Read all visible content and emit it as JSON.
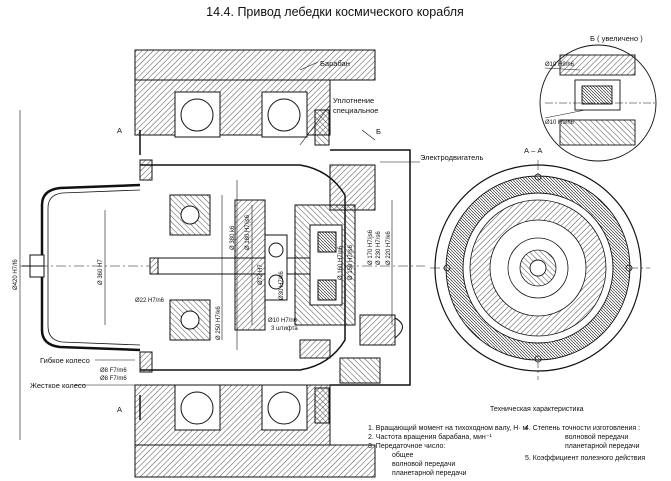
{
  "title": "14.4. Привод лебедки космического корабля",
  "labels": {
    "drum": "Барабан",
    "seal_line1": "Уплотнение",
    "seal_line2": "специальное",
    "b_mark": "Б",
    "motor": "Электродвигатель",
    "flex_wheel": "Гибкое колесо",
    "rigid_wheel": "Жесткое колесо",
    "a_mark_top": "А",
    "a_mark_bottom": "А",
    "view_b": "Б ( увеличено )",
    "section_aa": "А – А"
  },
  "dimensions": {
    "d_420": "Ø420 H7/f6",
    "d_380": "Ø 380 k6",
    "d_360": "Ø 360 H7",
    "d_250": "Ø 250 H7/k6",
    "d_230": "Ø 230 H7/s6",
    "d_220": "Ø 220 H7/k6",
    "d_180": "Ø 180 H7/js6",
    "d_170": "Ø 170 H7/js6",
    "d_160": "Ø 160 H7/n6",
    "d_150": "Ø 150 H7/js6",
    "d_72": "Ø72 H7",
    "d_30": "Ø30 H7/k6",
    "d_22": "Ø22 H7/n6",
    "d_10a": "Ø10 H7/n6",
    "d_10a_note": "3 штифта",
    "d_8": "Ø8 F7/m6",
    "d_8b": "Ø8 F7/m6",
    "d_10_h9_top": "Ø10 H9/h6",
    "d_10_h9_bot": "Ø10 H9/h6"
  },
  "spec": {
    "heading": "Техническая характеристика",
    "item1": "1. Вращающий момент на тихоходном валу, Н· м",
    "item2": "2. Частота вращения барабана, мин⁻¹",
    "item3": "3. Передаточное число:",
    "item3a": "общее",
    "item3b": "волновой передачи",
    "item3c": "планетарной передачи",
    "item4": "4. Степень точности изготовления :",
    "item4a": "волновой передачи",
    "item4b": "планетарной передачи",
    "item5": "5. Коэффициент полезного действия"
  }
}
